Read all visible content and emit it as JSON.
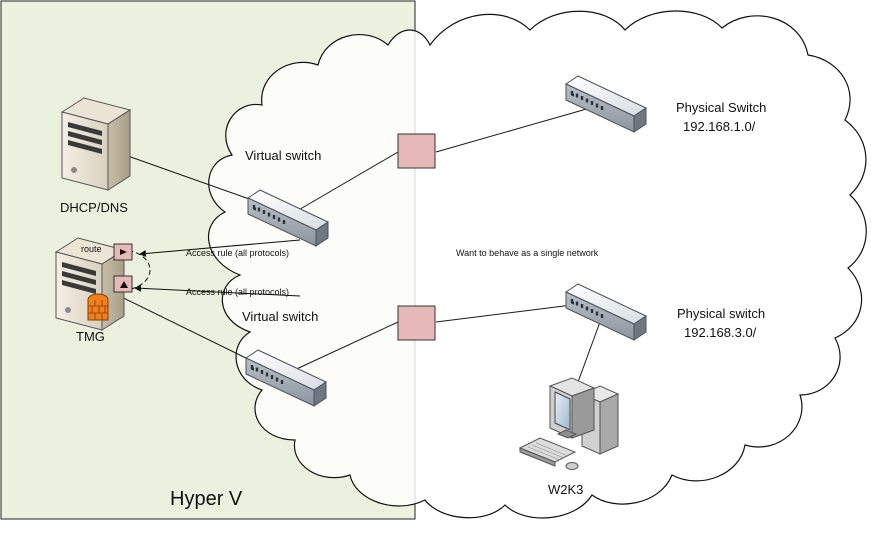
{
  "diagram": {
    "hyperv_label": "Hyper V",
    "dhcp_label": "DHCP/DNS",
    "tmg_label": "TMG",
    "route_label": "route",
    "access_rule_1": "Access rule (all protocols)",
    "access_rule_2": "Access rule (all protocols)",
    "virtual_switch_1": "Virtual switch",
    "virtual_switch_2": "Virtual switch",
    "center_note": "Want to behave as a single network",
    "physical_switch_1": {
      "name": "Physical Switch",
      "subnet": "192.168.1.0/"
    },
    "physical_switch_2": {
      "name": "Physical switch",
      "subnet": "192.168.3.0/"
    },
    "client_label": "W2K3"
  },
  "colors": {
    "hyperv_bg": "#ebf1de",
    "port_fill": "#e6b9b8",
    "line": "#1a1a1a"
  },
  "icons": [
    "server-icon",
    "firewall-server-icon",
    "network-switch-icon",
    "workstation-icon"
  ]
}
